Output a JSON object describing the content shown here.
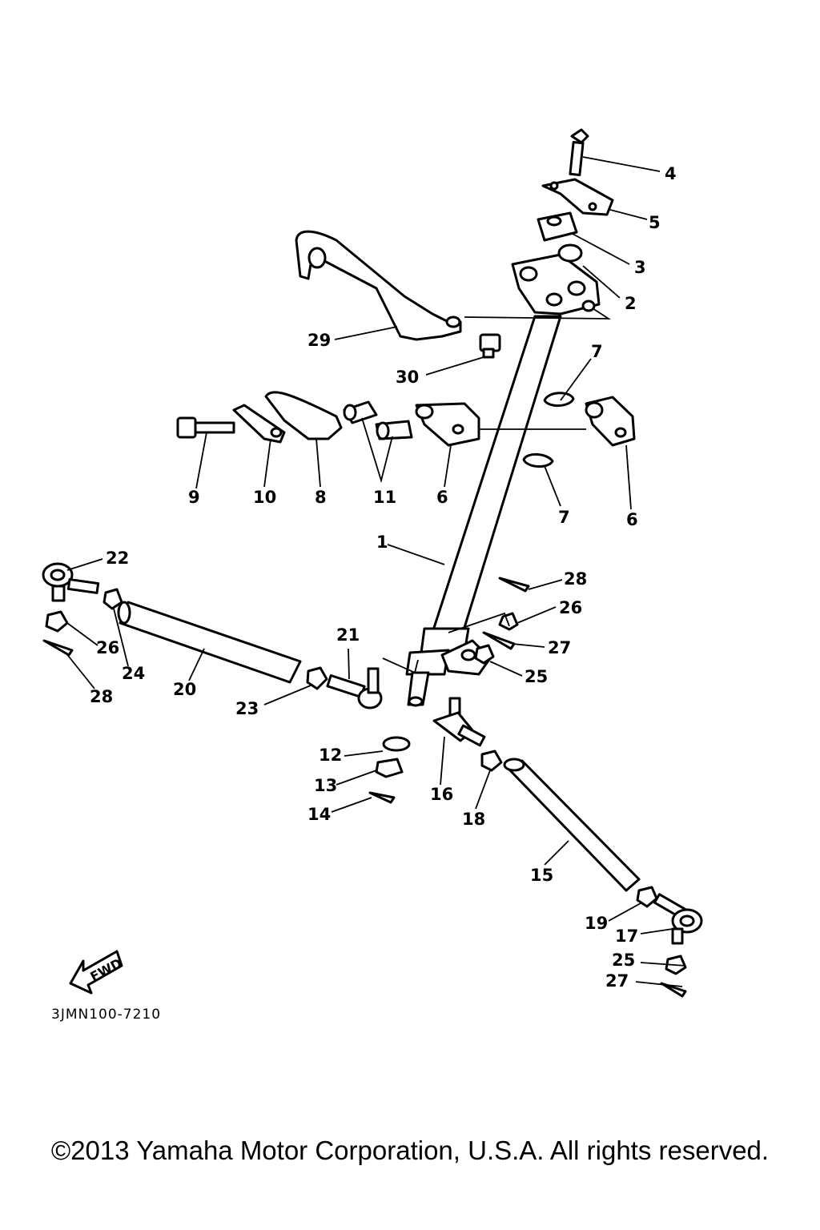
{
  "diagram": {
    "callouts": [
      "1",
      "2",
      "3",
      "4",
      "5",
      "6",
      "6",
      "7",
      "7",
      "8",
      "9",
      "10",
      "11",
      "12",
      "13",
      "14",
      "15",
      "16",
      "17",
      "18",
      "19",
      "20",
      "21",
      "22",
      "23",
      "24",
      "25",
      "25",
      "26",
      "26",
      "27",
      "27",
      "28",
      "28",
      "29",
      "30"
    ],
    "direction_label": "FWD",
    "drawing_code": "3JMN100-7210"
  },
  "footer": {
    "copyright": "©2013 Yamaha Motor Corporation, U.S.A. All rights reserved."
  }
}
